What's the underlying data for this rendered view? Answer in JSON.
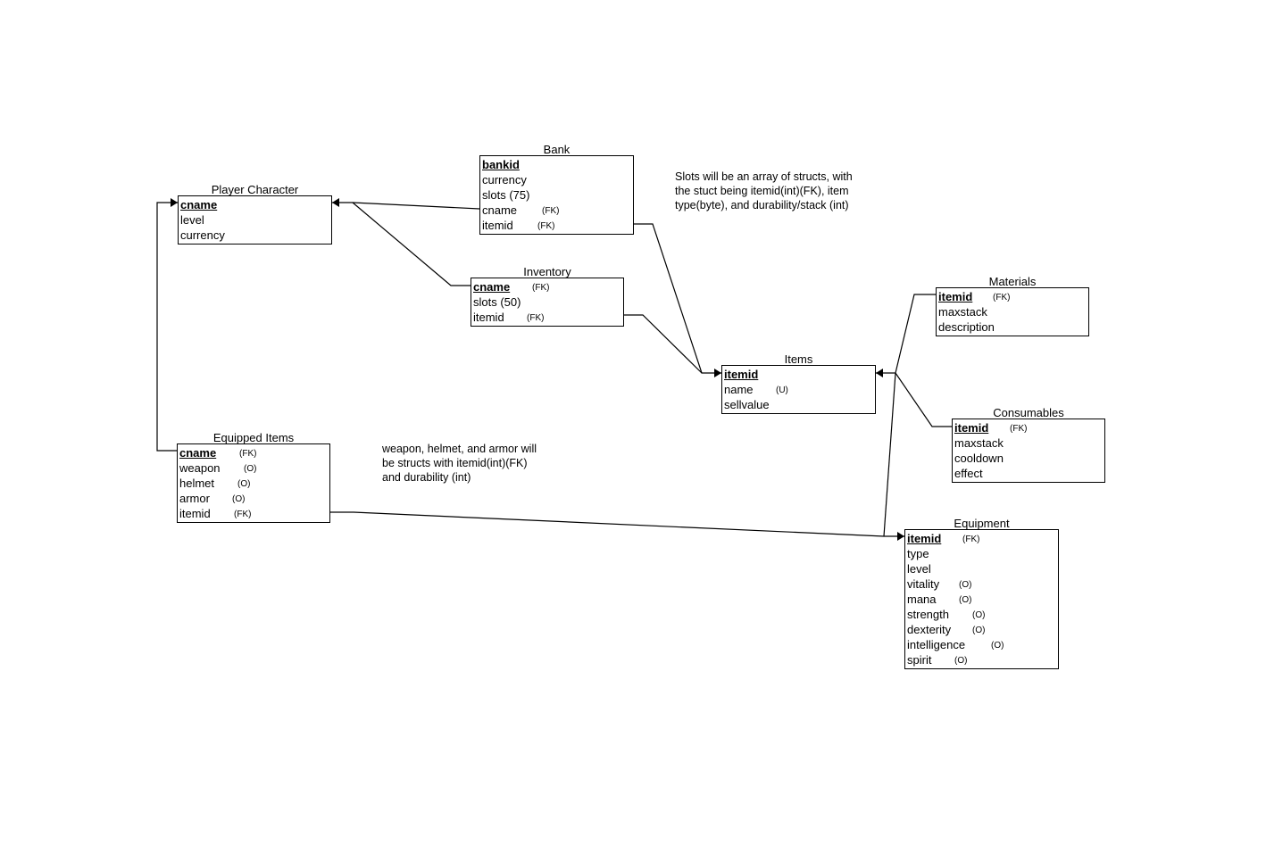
{
  "entities": [
    {
      "id": "player-character",
      "title": "Player Character",
      "attrs": [
        {
          "name": "cname",
          "key": true,
          "tag": ""
        },
        {
          "name": "level",
          "key": false,
          "tag": ""
        },
        {
          "name": "currency",
          "key": false,
          "tag": ""
        }
      ]
    },
    {
      "id": "bank",
      "title": "Bank",
      "attrs": [
        {
          "name": "bankid",
          "key": true,
          "tag": ""
        },
        {
          "name": "currency",
          "key": false,
          "tag": ""
        },
        {
          "name": "slots (75)",
          "key": false,
          "tag": ""
        },
        {
          "name": "cname",
          "key": false,
          "tag": "(FK)"
        },
        {
          "name": "itemid",
          "key": false,
          "tag": "(FK)"
        }
      ]
    },
    {
      "id": "inventory",
      "title": "Inventory",
      "attrs": [
        {
          "name": "cname",
          "key": true,
          "tag": "(FK)"
        },
        {
          "name": "slots (50)",
          "key": false,
          "tag": ""
        },
        {
          "name": "itemid",
          "key": false,
          "tag": "(FK)"
        }
      ]
    },
    {
      "id": "items",
      "title": "Items",
      "attrs": [
        {
          "name": "itemid",
          "key": true,
          "tag": ""
        },
        {
          "name": "name",
          "key": false,
          "tag": "(U)"
        },
        {
          "name": "sellvalue",
          "key": false,
          "tag": ""
        }
      ]
    },
    {
      "id": "materials",
      "title": "Materials",
      "attrs": [
        {
          "name": "itemid",
          "key": true,
          "tag": "(FK)"
        },
        {
          "name": "maxstack",
          "key": false,
          "tag": ""
        },
        {
          "name": "description",
          "key": false,
          "tag": ""
        }
      ]
    },
    {
      "id": "consumables",
      "title": "Consumables",
      "attrs": [
        {
          "name": "itemid",
          "key": true,
          "tag": "(FK)"
        },
        {
          "name": "maxstack",
          "key": false,
          "tag": ""
        },
        {
          "name": "cooldown",
          "key": false,
          "tag": ""
        },
        {
          "name": "effect",
          "key": false,
          "tag": ""
        }
      ]
    },
    {
      "id": "equipped-items",
      "title": "Equipped Items",
      "attrs": [
        {
          "name": "cname",
          "key": true,
          "tag": "(FK)"
        },
        {
          "name": "weapon",
          "key": false,
          "tag": "(O)"
        },
        {
          "name": "helmet",
          "key": false,
          "tag": "(O)"
        },
        {
          "name": "armor",
          "key": false,
          "tag": "(O)"
        },
        {
          "name": "itemid",
          "key": false,
          "tag": "(FK)"
        }
      ]
    },
    {
      "id": "equipment",
      "title": "Equipment",
      "attrs": [
        {
          "name": "itemid",
          "key": true,
          "tag": "(FK)"
        },
        {
          "name": "type",
          "key": false,
          "tag": ""
        },
        {
          "name": "level",
          "key": false,
          "tag": ""
        },
        {
          "name": "vitality",
          "key": false,
          "tag": "(O)"
        },
        {
          "name": "mana",
          "key": false,
          "tag": "(O)"
        },
        {
          "name": "strength",
          "key": false,
          "tag": "(O)"
        },
        {
          "name": "dexterity",
          "key": false,
          "tag": "(O)"
        },
        {
          "name": "intelligence",
          "key": false,
          "tag": "(O)"
        },
        {
          "name": "spirit",
          "key": false,
          "tag": "(O)"
        }
      ]
    }
  ],
  "notes": [
    {
      "id": "slots-note",
      "lines": [
        "Slots will be an array of structs, with",
        "the stuct being itemid(int)(FK), item",
        "type(byte), and durability/stack (int)"
      ]
    },
    {
      "id": "equipped-note",
      "lines": [
        "weapon, helmet, and armor will",
        "be structs with itemid(int)(FK)",
        "and durability (int)"
      ]
    }
  ],
  "relationships": [
    {
      "from": "bank",
      "to": "player-character"
    },
    {
      "from": "inventory",
      "to": "player-character"
    },
    {
      "from": "equipped-items",
      "to": "player-character"
    },
    {
      "from": "bank",
      "to": "items"
    },
    {
      "from": "inventory",
      "to": "items"
    },
    {
      "from": "materials",
      "to": "items"
    },
    {
      "from": "consumables",
      "to": "items"
    },
    {
      "from": "equipment",
      "to": "items"
    },
    {
      "from": "equipped-items",
      "to": "equipment"
    }
  ]
}
